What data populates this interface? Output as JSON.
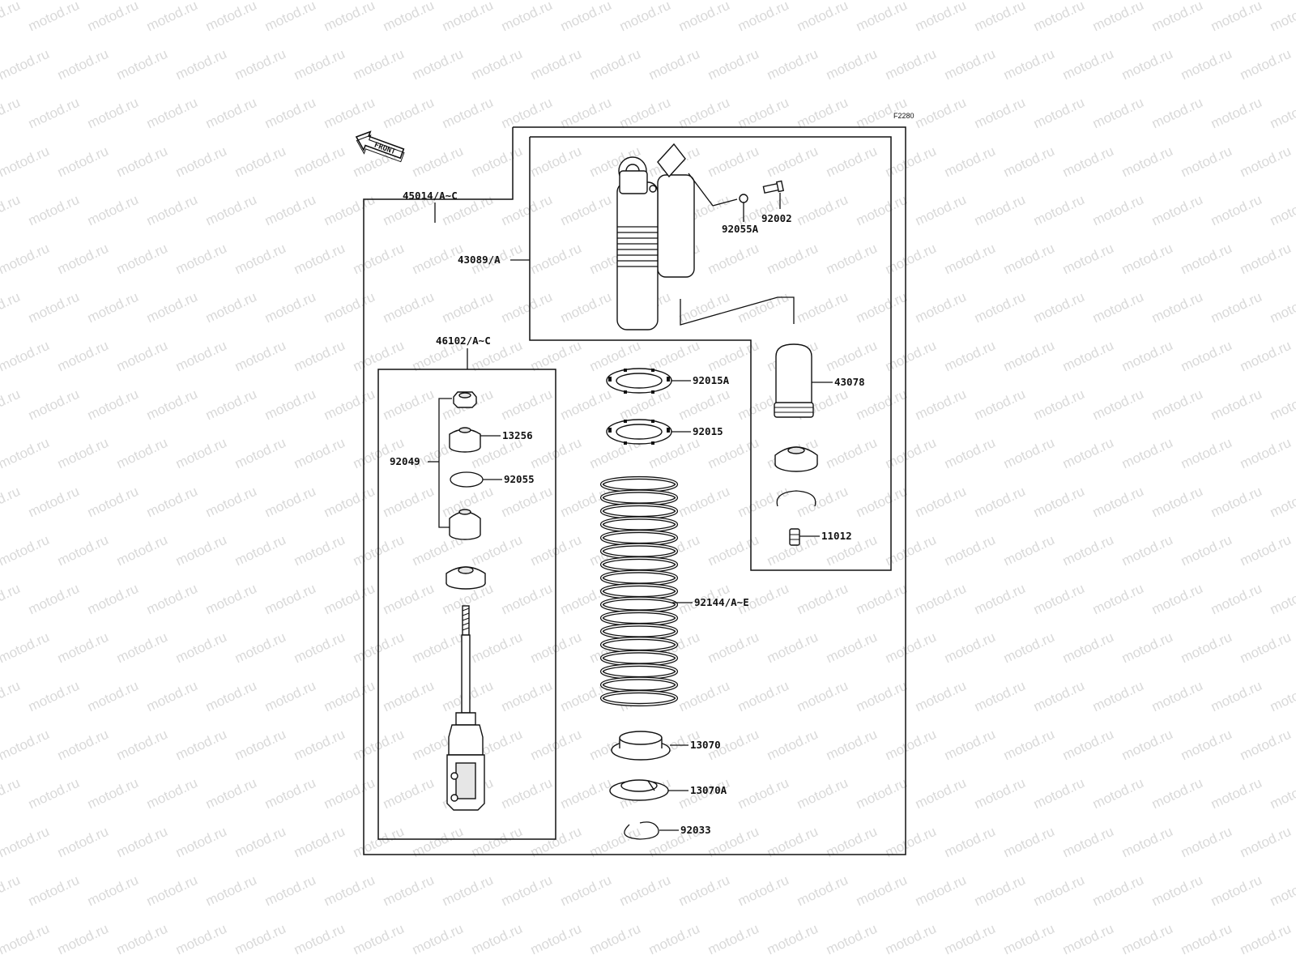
{
  "diagram": {
    "figure_code": "F2280",
    "front_arrow_label": "FRONT",
    "watermark_text": "motod.ru",
    "parts": {
      "assembly": "45014/A~C",
      "shock_unit": "43089/A",
      "oring_small": "92055A",
      "valve_screw": "92002",
      "rod_assembly": "46102/A~C",
      "bushing": "13256",
      "bushing_set": "92049",
      "oring": "92055",
      "nut_upper": "92015A",
      "nut_lower": "92015",
      "spring": "92144/A~E",
      "seat": "13070",
      "seat_a": "13070A",
      "circlip": "92033",
      "bladder": "43078",
      "valve": "11012"
    }
  }
}
